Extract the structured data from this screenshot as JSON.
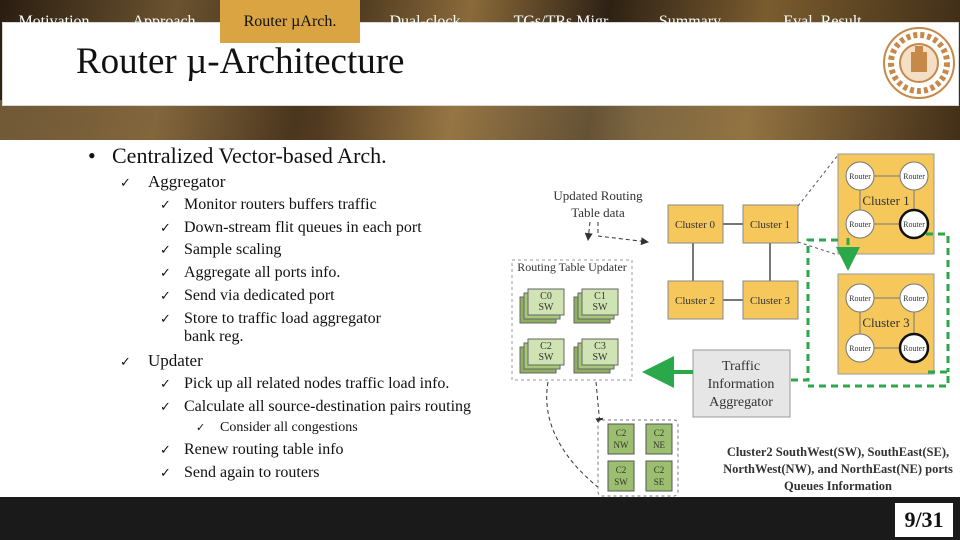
{
  "slide": {
    "title": "Router µ-Architecture",
    "page": "9/31"
  },
  "content": {
    "bullet": "Centralized Vector-based Arch.",
    "aggregator": {
      "label": "Aggregator",
      "items": [
        "Monitor routers buffers traffic",
        "Down-stream flit queues in each port",
        "Sample scaling",
        "Aggregate all ports info.",
        "Send via dedicated port",
        "Store to traffic load aggregator",
        "bank reg."
      ]
    },
    "updater": {
      "label": "Updater",
      "items": [
        "Pick up all related nodes traffic load info.",
        "Calculate all source-destination pairs routing",
        "Consider all congestions",
        "Renew routing table info",
        "Send again to routers"
      ]
    }
  },
  "diagram": {
    "updated_routing_line1": "Updated Routing",
    "updated_routing_line2": "Table data",
    "routing_table_updater": "Routing Table Updater",
    "rtu_cells": [
      {
        "line1": "C0",
        "line2": "SW"
      },
      {
        "line1": "C1",
        "line2": "SW"
      },
      {
        "line1": "C2",
        "line2": "SW"
      },
      {
        "line1": "C3",
        "line2": "SW"
      }
    ],
    "clusters": [
      "Cluster 0",
      "Cluster 1",
      "Cluster 2",
      "Cluster 3"
    ],
    "zoom_cluster1_label": "Cluster 1",
    "zoom_cluster3_label": "Cluster 3",
    "router_label": "Router",
    "tia_line1": "Traffic",
    "tia_line2": "Information",
    "tia_line3": "Aggregator",
    "queue_cells": [
      {
        "line1": "C2",
        "line2": "NW"
      },
      {
        "line1": "C2",
        "line2": "NE"
      },
      {
        "line1": "C2",
        "line2": "SW"
      },
      {
        "line1": "C2",
        "line2": "SE"
      }
    ],
    "caption_line1": "Cluster2 SouthWest(SW), SouthEast(SE),",
    "caption_line2": "NorthWest(NW), and NorthEast(NE) ports",
    "caption_line3": "Queues Information",
    "colors": {
      "cluster_fill": "#f6c85b",
      "cell_green": "#9bbf6e",
      "arrow_green": "#2aa84a"
    }
  },
  "nav": {
    "items": [
      "Motivation",
      "Approach",
      "Router µArch.",
      "Dual-clock",
      "TGs/TRs Migr.",
      "Summary",
      "Eval. Result"
    ],
    "active": "Router µArch.",
    "colors": {
      "bar": "#1a1a1a",
      "active": "#d9a441"
    }
  }
}
